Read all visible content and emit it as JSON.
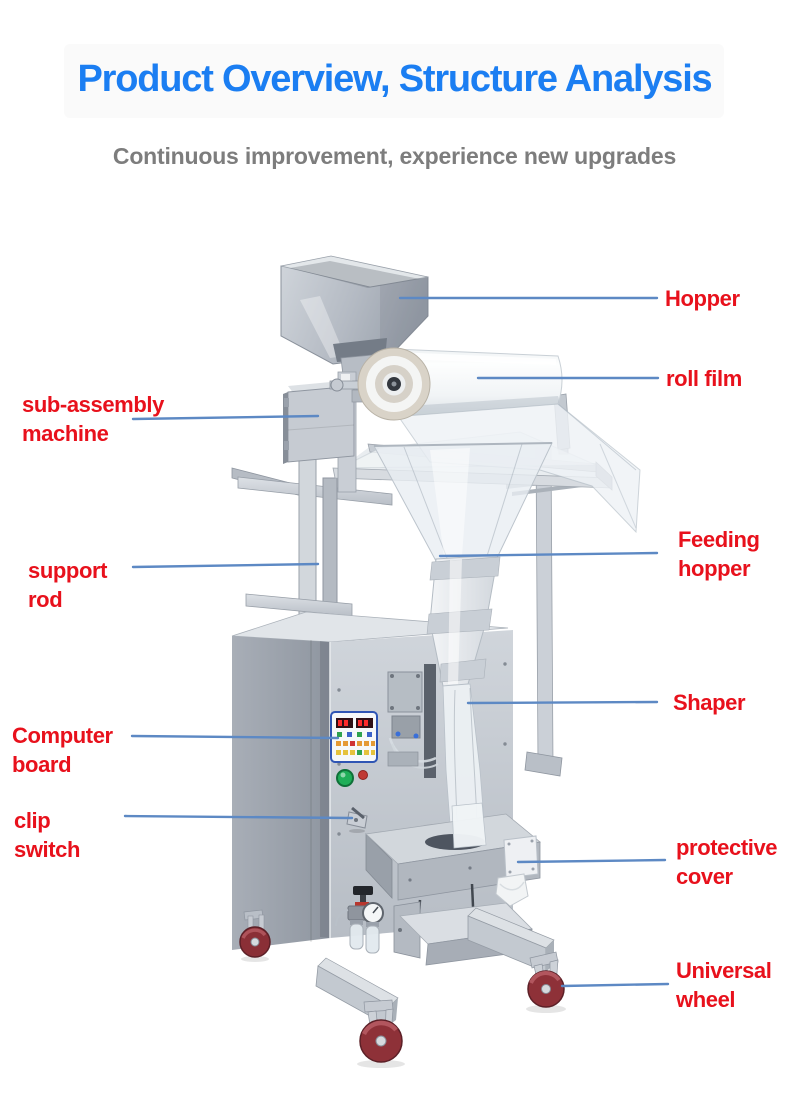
{
  "header": {
    "title": "Product Overview, Structure Analysis",
    "title_color": "#1b7ef2",
    "subtitle": "Continuous improvement, experience new upgrades",
    "subtitle_color": "#7d7d7d"
  },
  "annotation_style": {
    "label_color": "#e8111c",
    "line_color": "#5d89c4"
  },
  "machine": {
    "description": "vertical form-fill-seal packaging machine photo illustration",
    "wheel_color": "#8e3138",
    "body_color": "#c3c9d0"
  },
  "annotations": [
    {
      "id": "hopper",
      "side": "right",
      "lines": [
        "Hopper"
      ]
    },
    {
      "id": "roll-film",
      "side": "right",
      "lines": [
        "roll film"
      ]
    },
    {
      "id": "sub-assembly",
      "side": "left",
      "lines": [
        "sub-assembly",
        "machine"
      ]
    },
    {
      "id": "support-rod",
      "side": "left",
      "lines": [
        "support",
        "rod"
      ]
    },
    {
      "id": "feeding-hopper",
      "side": "right",
      "lines": [
        "Feeding",
        "hopper"
      ]
    },
    {
      "id": "shaper",
      "side": "right",
      "lines": [
        "Shaper"
      ]
    },
    {
      "id": "computer-board",
      "side": "left",
      "lines": [
        "Computer",
        "board"
      ]
    },
    {
      "id": "clip-switch",
      "side": "left",
      "lines": [
        "clip",
        "switch"
      ]
    },
    {
      "id": "protective-cover",
      "side": "right",
      "lines": [
        "protective",
        "cover"
      ]
    },
    {
      "id": "universal-wheel",
      "side": "right",
      "lines": [
        "Universal",
        "wheel"
      ]
    }
  ]
}
